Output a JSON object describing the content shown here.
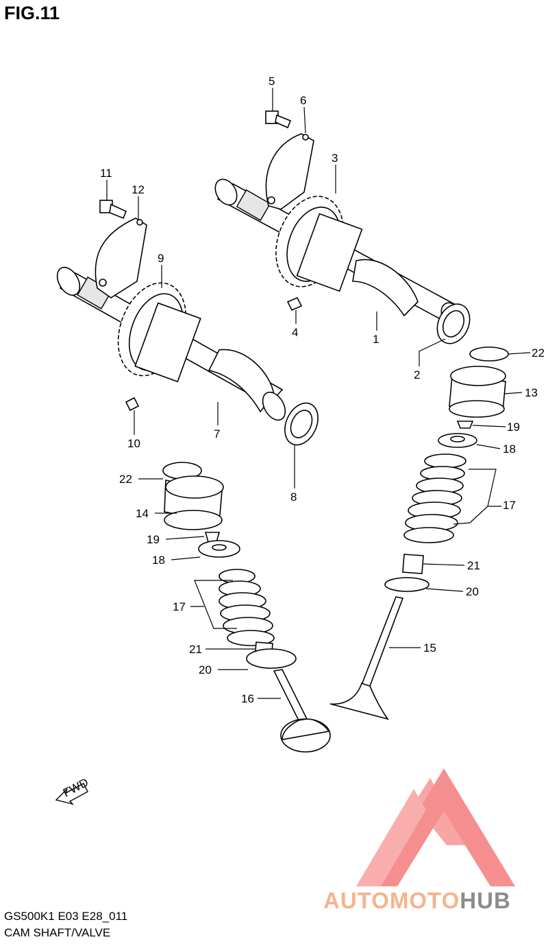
{
  "figure": {
    "title": "FIG.11"
  },
  "footer": {
    "code": "GS500K1 E03 E28_011",
    "section": "CAM SHAFT/VALVE"
  },
  "watermark": {
    "brand_a": "AUTOMOTO",
    "brand_b": "HUB",
    "color_a": "#f5b48a",
    "color_b": "#8c8c8c",
    "logo_color": "#f47c7c"
  },
  "fwd_label": "FWD",
  "callouts": [
    {
      "id": "c1",
      "text": "1"
    },
    {
      "id": "c2",
      "text": "2"
    },
    {
      "id": "c3",
      "text": "3"
    },
    {
      "id": "c4",
      "text": "4"
    },
    {
      "id": "c5",
      "text": "5"
    },
    {
      "id": "c6",
      "text": "6"
    },
    {
      "id": "c7",
      "text": "7"
    },
    {
      "id": "c8",
      "text": "8"
    },
    {
      "id": "c9",
      "text": "9"
    },
    {
      "id": "c10",
      "text": "10"
    },
    {
      "id": "c11",
      "text": "11"
    },
    {
      "id": "c12",
      "text": "12"
    },
    {
      "id": "c13",
      "text": "13"
    },
    {
      "id": "c14",
      "text": "14"
    },
    {
      "id": "c15",
      "text": "15"
    },
    {
      "id": "c16",
      "text": "16"
    },
    {
      "id": "c17a",
      "text": "17"
    },
    {
      "id": "c17b",
      "text": "17"
    },
    {
      "id": "c18a",
      "text": "18"
    },
    {
      "id": "c18b",
      "text": "18"
    },
    {
      "id": "c19a",
      "text": "19"
    },
    {
      "id": "c19b",
      "text": "19"
    },
    {
      "id": "c20a",
      "text": "20"
    },
    {
      "id": "c20b",
      "text": "20"
    },
    {
      "id": "c21a",
      "text": "21"
    },
    {
      "id": "c21b",
      "text": "21"
    },
    {
      "id": "c22a",
      "text": "22"
    },
    {
      "id": "c22b",
      "text": "22"
    }
  ]
}
